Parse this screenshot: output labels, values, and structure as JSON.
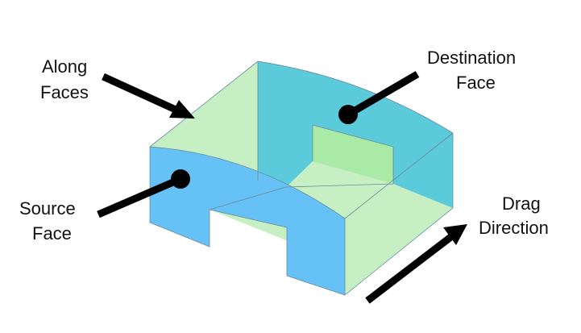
{
  "labels": {
    "along_faces": [
      "Along",
      "Faces"
    ],
    "destination_face": [
      "Destination",
      "Face"
    ],
    "source_face": [
      "Source",
      "Face"
    ],
    "drag_direction": [
      "Drag",
      "Direction"
    ]
  },
  "colors": {
    "source_face": "#66c2f6",
    "destination_face": "#5bcadb",
    "along_faces": "#c6f0c4",
    "inner_face": "#a8eaa6",
    "callout": "#000000"
  }
}
